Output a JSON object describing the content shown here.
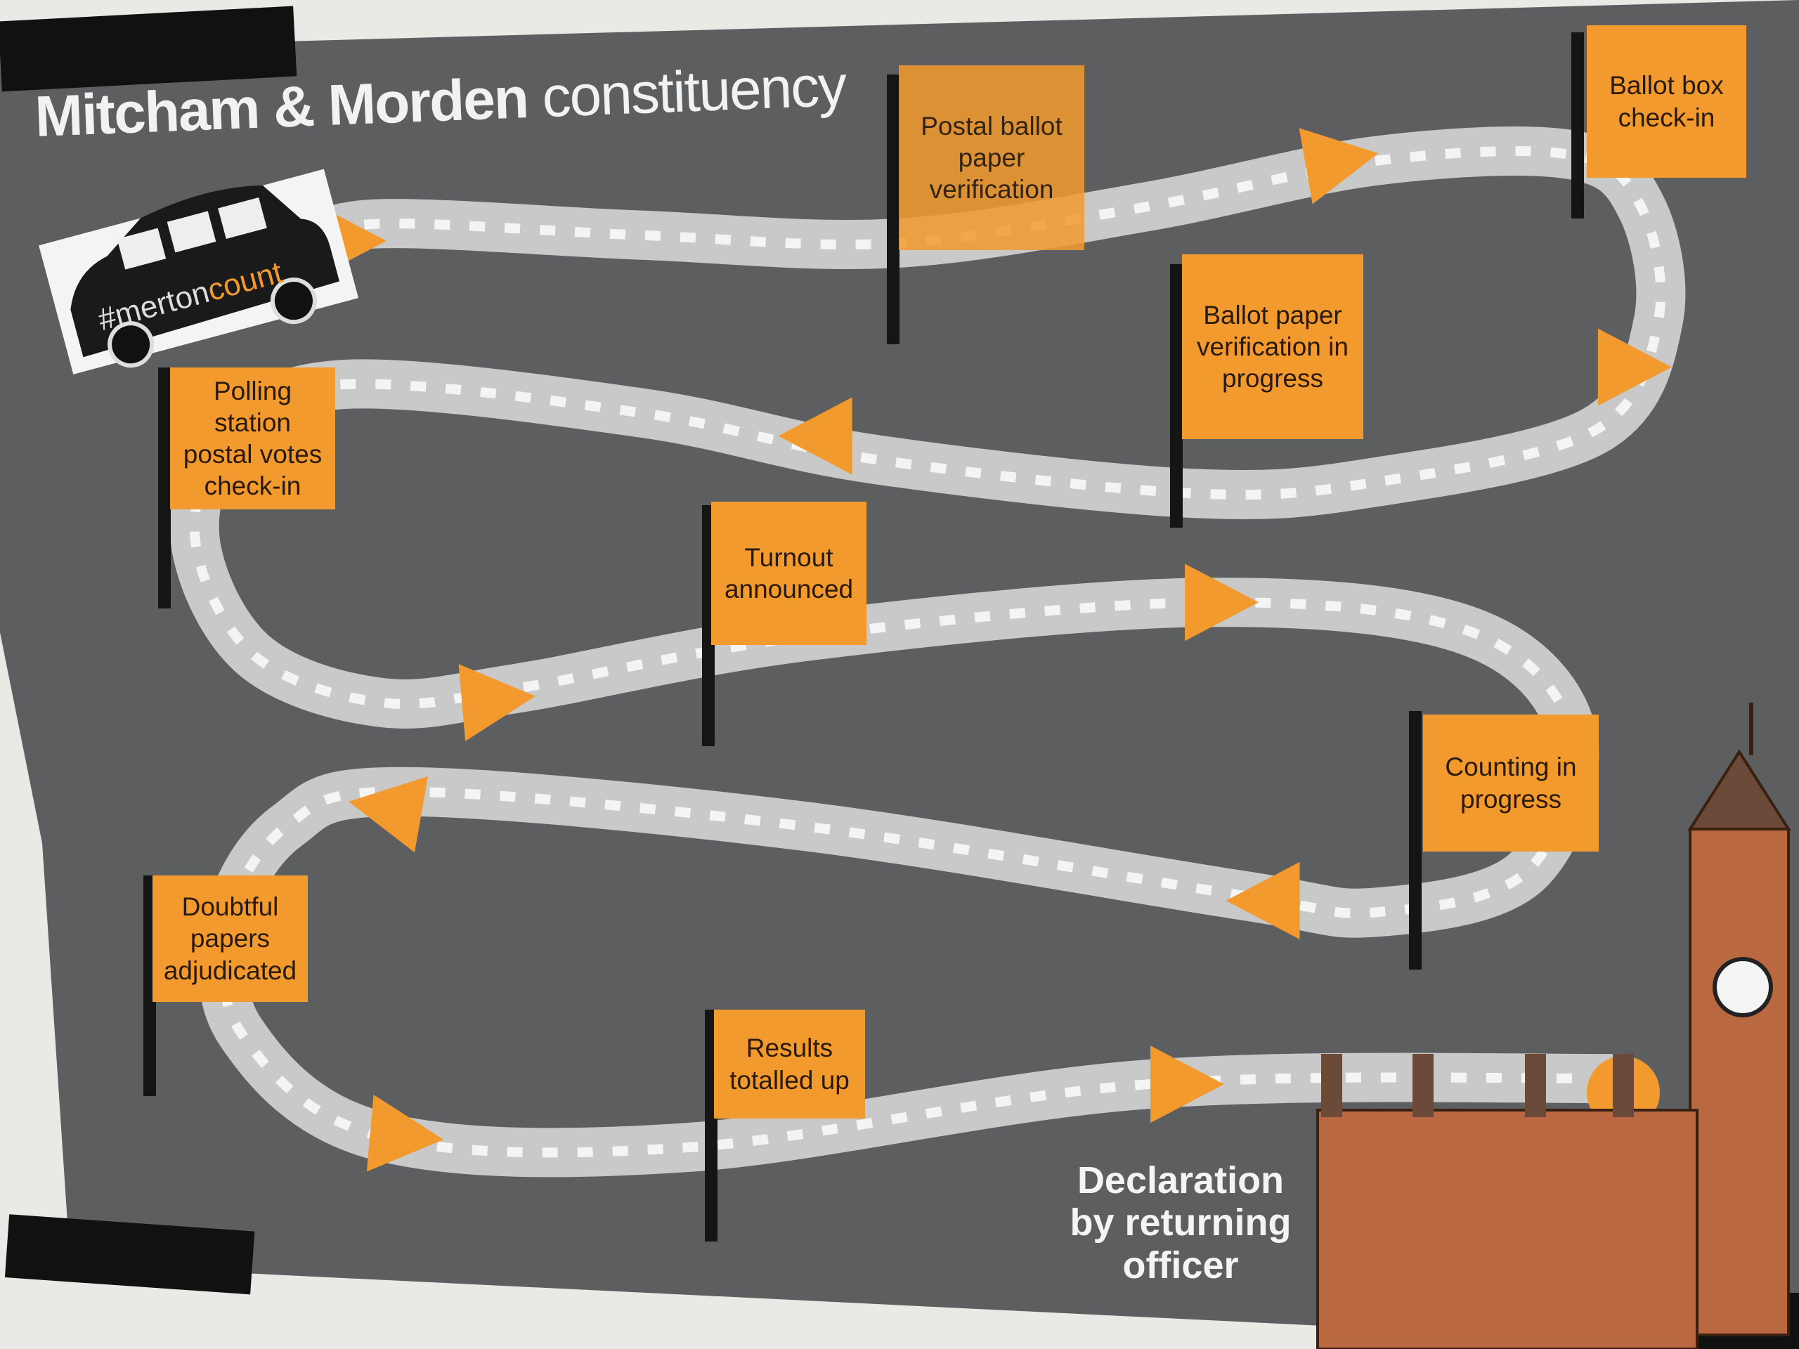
{
  "title": {
    "bold": "Mitcham & Morden",
    "light": "constituency"
  },
  "taxi": {
    "hashtag": "#merton",
    "accent": "count"
  },
  "flags": [
    {
      "label": "Postal ballot paper verification"
    },
    {
      "label": "Ballot box check-in"
    },
    {
      "label": "Ballot paper verification in progress"
    },
    {
      "label": "Polling station postal votes check-in"
    },
    {
      "label": "Turnout announced"
    },
    {
      "label": "Counting in progress"
    },
    {
      "label": "Doubtful papers adjudicated"
    },
    {
      "label": "Results totalled up"
    }
  ],
  "finish": {
    "label": "Declaration by returning officer"
  },
  "colors": {
    "poster": "#5d5e60",
    "orange": "#f39a2e",
    "road": "#c9c9c9",
    "building": "#b9683f"
  }
}
